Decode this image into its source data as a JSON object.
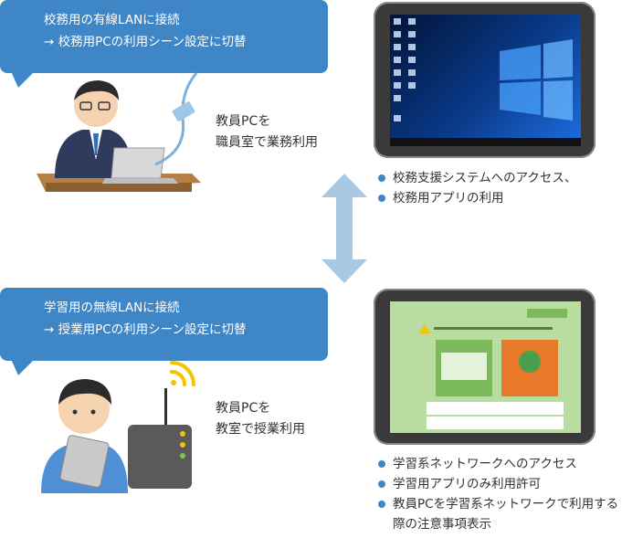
{
  "top": {
    "bubble_line1": "校務用の有線LANに接続",
    "bubble_line2": "→ 校務用PCの利用シーン設定に切替",
    "role_line1": "教員PCを",
    "role_line2": "職員室で業務利用",
    "bullets": [
      "校務支援システムへのアクセス、",
      "校務用アプリの利用"
    ]
  },
  "bottom": {
    "bubble_line1": "学習用の無線LANに接続",
    "bubble_line2": "→ 授業用PCの利用シーン設定に切替",
    "role_line1": "教員PCを",
    "role_line2": "教室で授業利用",
    "bullets": [
      "学習系ネットワークへのアクセス",
      "学習用アプリのみ利用許可",
      "教員PCを学習系ネットワークで利用する",
      "際の注意事項表示"
    ]
  },
  "colors": {
    "accent": "#3f86c6",
    "arrow": "#a9c8e4",
    "tablet_frame": "#3a3a3a",
    "notice_bg": "#b9dca0"
  }
}
